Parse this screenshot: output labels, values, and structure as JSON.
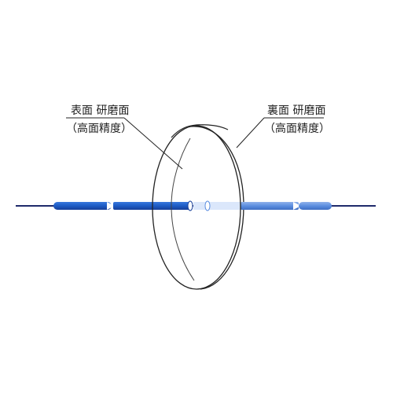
{
  "labels": {
    "front": {
      "line1": "表面 研磨面",
      "line2": "（高面精度）"
    },
    "back": {
      "line1": "裏面 研磨面",
      "line2": "（高面精度）"
    }
  },
  "colors": {
    "axis": "#1f2a6b",
    "beam": "#1f5fc8",
    "beam_dark": "#173f9a",
    "beam_light": "#5c8ee0",
    "beam_highlight": "#cfe0fb",
    "lens_stroke": "#222222",
    "leader": "#222222",
    "background": "#ffffff"
  }
}
